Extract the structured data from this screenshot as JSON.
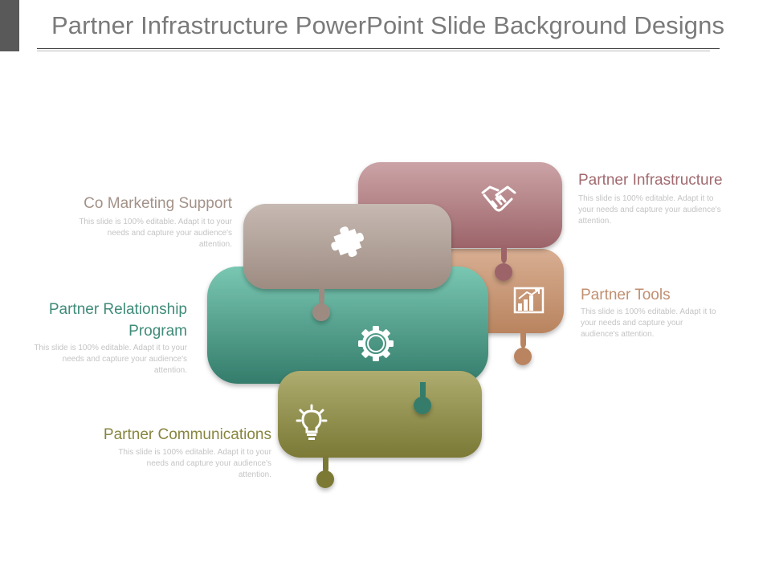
{
  "slide": {
    "title": "Partner Infrastructure PowerPoint Slide Background Designs"
  },
  "colors": {
    "title_text": "#7a7a7a",
    "infrastructure": "#a06a6f",
    "marketing": "#a39289",
    "tools": "#c08f71",
    "relationship": "#3f8b79",
    "communications": "#87853f",
    "body_text": "#c4c4c4"
  },
  "items": {
    "partner_infrastructure": {
      "heading": "Partner Infrastructure",
      "body": "This slide is 100% editable. Adapt it to your needs and capture your audience's attention.",
      "icon": "handshake-icon"
    },
    "co_marketing_support": {
      "heading": "Co Marketing Support",
      "body": "This slide is 100% editable. Adapt it to your needs and capture your audience's attention.",
      "icon": "puzzle-icon"
    },
    "partner_tools": {
      "heading": "Partner Tools",
      "body": "This slide is 100% editable. Adapt it to your needs and capture your audience's attention.",
      "icon": "bar-chart-icon"
    },
    "partner_relationship_program": {
      "heading_line1": "Partner Relationship",
      "heading_line2": "Program",
      "body": "This slide is 100% editable. Adapt it to your needs and capture your audience's attention.",
      "icon": "gear-icon"
    },
    "partner_communications": {
      "heading": "Partner Communications",
      "body": "This slide is 100% editable. Adapt it to your needs and capture your audience's attention.",
      "icon": "lightbulb-icon"
    }
  }
}
